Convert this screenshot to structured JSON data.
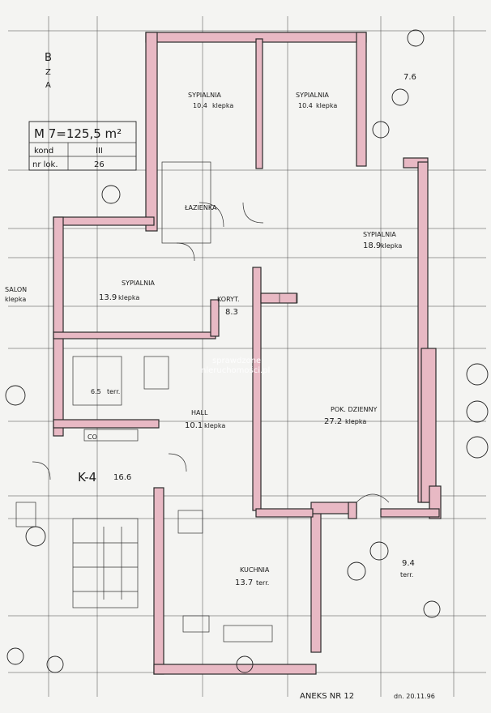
{
  "header": {
    "left_marks": [
      "B",
      "Z",
      "A"
    ],
    "unit_area": "M 7=125,5 m²",
    "kond_label": "kond",
    "kond_value": "III",
    "nr_lok_label": "nr lok.",
    "nr_lok_value": "26"
  },
  "rooms": [
    {
      "id": "sypialnia-1",
      "name": "SYPIALNIA",
      "area": "10.4",
      "floor": "klepka"
    },
    {
      "id": "sypialnia-2",
      "name": "SYPIALNIA",
      "area": "10.4",
      "floor": "klepka"
    },
    {
      "id": "sypialnia-3",
      "name": "SYPIALNIA",
      "area": "18.9",
      "floor": "klepka"
    },
    {
      "id": "sypialnia-4",
      "name": "SYPIALNIA",
      "area": "13.9",
      "floor": "klepka"
    },
    {
      "id": "lazienka",
      "name": "ŁAZIENKA",
      "area": "",
      "floor": ""
    },
    {
      "id": "korytarz",
      "name": "KORYT.",
      "area": "8.3",
      "floor": ""
    },
    {
      "id": "pok-dzienny",
      "name": "POK. DZIENNY",
      "area": "27.2",
      "floor": "klepka"
    },
    {
      "id": "hall",
      "name": "HALL",
      "area": "10.1",
      "floor": "klepka"
    },
    {
      "id": "wc",
      "name": "",
      "area": "6.5",
      "floor": "terr."
    },
    {
      "id": "k4",
      "name": "K-4",
      "area": "16.6",
      "floor": ""
    },
    {
      "id": "kuchnia",
      "name": "KUCHNIA",
      "area": "13.7",
      "floor": "terr."
    },
    {
      "id": "taras",
      "name": "",
      "area": "9.4",
      "floor": "terr."
    }
  ],
  "misc": {
    "top_right_area": "7.6",
    "left_room_label": "SALON",
    "left_room_floor": "klepka",
    "co_label": "CO",
    "footer": "ANEKS NR 12",
    "footer_date": "dn. 20.11.96",
    "watermark_line1": "sprawdzone",
    "watermark_line2": "nieruchomości.pl"
  },
  "colors": {
    "wall": "#e8b9c4",
    "ink": "#1a1a1a",
    "paper": "#f4f4f2"
  }
}
